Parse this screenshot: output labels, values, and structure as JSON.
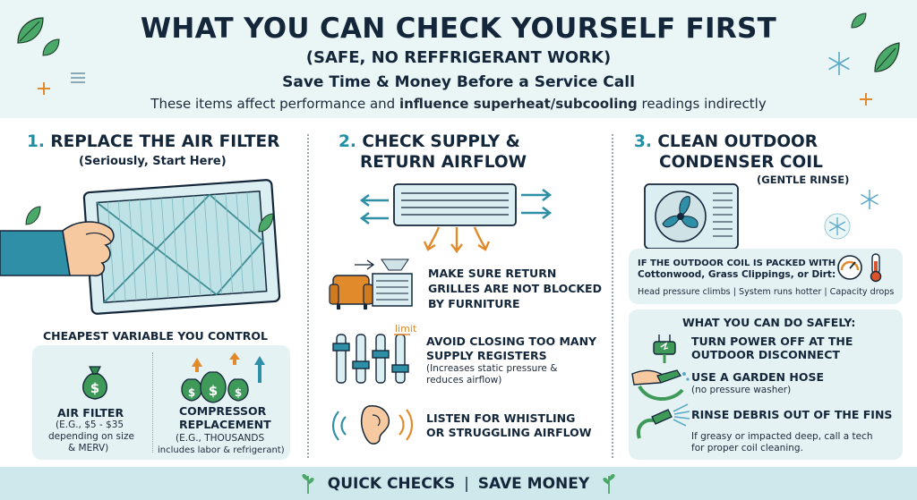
{
  "header": {
    "title": "WHAT YOU CAN CHECK YOURSELF FIRST",
    "subtitle": "(SAFE, NO REFFRIGERANT WORK)",
    "tagline": "Save Time & Money Before a Service Call",
    "line_pre": "These items affect performance and ",
    "line_bold": "influence superheat/subcooling",
    "line_post": " readings indirectly"
  },
  "col1": {
    "num": "1.",
    "title": "REPLACE THE AIR FILTER",
    "subtitle": "(Seriously, Start Here)",
    "caption": "CHEAPEST VARIABLE YOU CONTROL",
    "filter_label": "AIR FILTER",
    "filter_detail_1": "(E.G., $5 - $35",
    "filter_detail_2": "depending on size",
    "filter_detail_3": "& MERV)",
    "comp_label_1": "COMPRESSOR",
    "comp_label_2": "REPLACEMENT",
    "comp_detail_1": "(E.G., THOUSANDS",
    "comp_detail_2": "includes labor & refrigerant)"
  },
  "col2": {
    "num": "2.",
    "title_1": "CHECK SUPPLY &",
    "title_2": "RETURN AIRFLOW",
    "item1_1": "MAKE SURE RETURN",
    "item1_2": "GRILLES ARE NOT BLOCKED",
    "item1_3": "BY FURNITURE",
    "limit_label": "limit",
    "item2_1": "AVOID CLOSING TOO MANY",
    "item2_2": "SUPPLY REGISTERS",
    "item2_3": "(Increases static pressure &",
    "item2_4": "reduces airflow)",
    "item3_1": "LISTEN FOR WHISTLING",
    "item3_2": "OR STRUGGLING AIRFLOW"
  },
  "col3": {
    "num": "3.",
    "title_1": "CLEAN OUTDOOR",
    "title_2": "CONDENSER COIL",
    "subtitle": "(GENTLE RINSE)",
    "warn_1": "IF THE OUTDOOR COIL IS PACKED WITH",
    "warn_2": "Cottonwood, Grass Clippings, or Dirt:",
    "warn_3": "Head pressure climbs | System runs hotter | Capacity drops",
    "safe_title": "WHAT YOU CAN DO SAFELY:",
    "step1_1": "TURN POWER OFF AT THE",
    "step1_2": "OUTDOOR DISCONNECT",
    "step2_1": "USE A GARDEN HOSE",
    "step2_2": "(no pressure washer)",
    "step3": "RINSE DEBRIS OUT OF THE FINS",
    "note_1": "If greasy or impacted deep, call a tech",
    "note_2": "for proper coil cleaning."
  },
  "footer": {
    "left": "QUICK CHECKS",
    "sep": "|",
    "right": "SAVE MONEY"
  },
  "colors": {
    "accent": "#1f8fa3",
    "panel": "#e5f2f4",
    "dark": "#14263a",
    "leaf": "#3f9a5a",
    "orange": "#e08a2c",
    "money": "#2f8a4e"
  }
}
